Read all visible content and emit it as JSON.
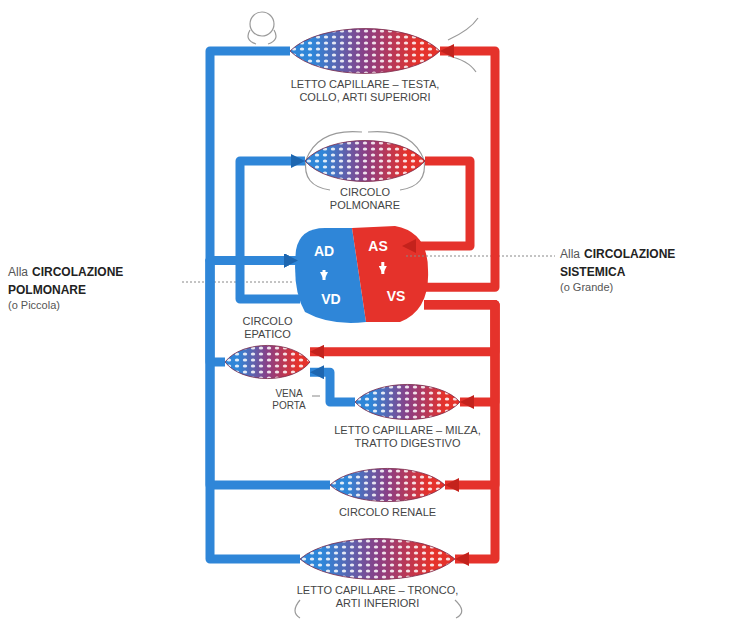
{
  "diagram": {
    "nodes": [
      {
        "text": [
          "LETTO CAPILLARE – TESTA, COLLO, ARTI SUPERIORI"
        ]
      },
      {
        "text": [
          "CIRCOLO POLMONARE"
        ]
      },
      {
        "text": [
          "AD"
        ]
      },
      {
        "text": [
          "AS"
        ]
      },
      {
        "text": [
          "VD"
        ]
      },
      {
        "text": [
          "VS"
        ]
      },
      {
        "text": [
          "CIRCOLO EPATICO"
        ]
      },
      {
        "text": [
          "LETTO CAPILLARE – MILZA, TRATTO DIGESTIVO"
        ]
      },
      {
        "text": [
          "CIRCOLO RENALE"
        ]
      },
      {
        "text": [
          "LETTO CAPILLARE – TRONCO, ARTI INFERIORI"
        ]
      }
    ],
    "edges": [
      {
        "from": 4,
        "to": 1,
        "arrow": "to"
      },
      {
        "from": 1,
        "to": 3,
        "arrow": "to"
      },
      {
        "from": 3,
        "to": 5,
        "arrow": "to"
      },
      {
        "from": 2,
        "to": 4,
        "arrow": "to"
      },
      {
        "from": 5,
        "to": 0,
        "arrow": "to"
      },
      {
        "from": 0,
        "to": 2,
        "arrow": "to"
      },
      {
        "from": 5,
        "to": 6,
        "arrow": "to"
      },
      {
        "from": 7,
        "to": 6,
        "arrow": "to"
      },
      {
        "from": 6,
        "to": 2,
        "arrow": "to"
      },
      {
        "from": 5,
        "to": 7,
        "arrow": "to"
      },
      {
        "from": 5,
        "to": 8,
        "arrow": "to"
      },
      {
        "from": 8,
        "to": 2,
        "arrow": "to"
      },
      {
        "from": 5,
        "to": 9,
        "arrow": "to"
      },
      {
        "from": 9,
        "to": 2,
        "arrow": "to"
      }
    ],
    "labels": [
      "VENA PORTA",
      "Alla",
      "CIRCOLAZIONE POLMONARE",
      "(o Piccola)",
      "Alla",
      "CIRCOLAZIONE SISTEMICA",
      "(o Grande)"
    ]
  }
}
